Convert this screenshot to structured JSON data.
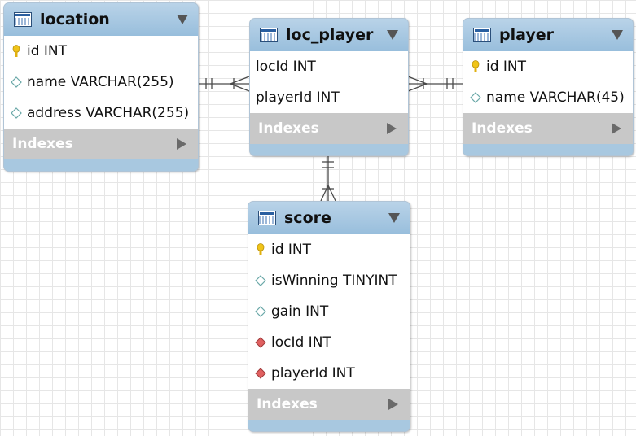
{
  "tables": {
    "location": {
      "title": "location",
      "indexes_label": "Indexes",
      "columns": [
        {
          "label": "id INT",
          "kind": "primary-key"
        },
        {
          "label": "name VARCHAR(255)",
          "kind": "column"
        },
        {
          "label": "address VARCHAR(255)",
          "kind": "column"
        }
      ]
    },
    "loc_player": {
      "title": "loc_player",
      "indexes_label": "Indexes",
      "columns": [
        {
          "label": "locId INT",
          "kind": "none"
        },
        {
          "label": "playerId INT",
          "kind": "none"
        }
      ]
    },
    "player": {
      "title": "player",
      "indexes_label": "Indexes",
      "columns": [
        {
          "label": "id INT",
          "kind": "primary-key"
        },
        {
          "label": "name VARCHAR(45)",
          "kind": "column"
        }
      ]
    },
    "score": {
      "title": "score",
      "indexes_label": "Indexes",
      "columns": [
        {
          "label": "id INT",
          "kind": "primary-key"
        },
        {
          "label": "isWinning TINYINT",
          "kind": "column"
        },
        {
          "label": "gain INT",
          "kind": "column"
        },
        {
          "label": "locId INT",
          "kind": "foreign-key"
        },
        {
          "label": "playerId INT",
          "kind": "foreign-key"
        }
      ]
    }
  },
  "relationships": [
    {
      "from": "location",
      "to": "loc_player",
      "cardinality": "one-to-many"
    },
    {
      "from": "player",
      "to": "loc_player",
      "cardinality": "one-to-many"
    },
    {
      "from": "loc_player",
      "to": "score",
      "cardinality": "one-to-many"
    }
  ],
  "colors": {
    "header": "#a8c8e0",
    "indexes_bar": "#c8c8c8",
    "primary_key": "#f0c419",
    "foreign_key": "#e06060",
    "column_diamond": "#9fd4d4"
  }
}
